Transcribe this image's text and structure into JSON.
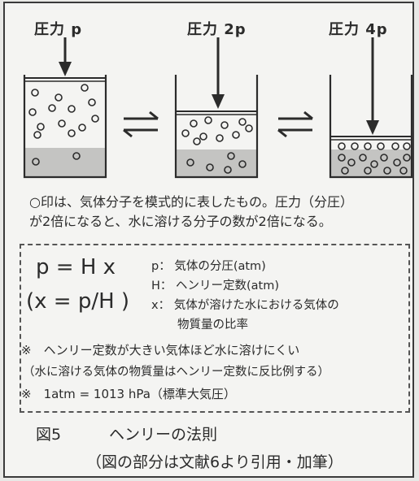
{
  "pressures": [
    "圧力 p",
    "圧力 2p",
    "圧力 4p"
  ],
  "caption": {
    "line1": "○印は、気体分子を模式的に表したもの。圧力（分圧）",
    "line2": "が2倍になると、水に溶ける分子の数が2倍になる。"
  },
  "equation": {
    "main": "p = H x",
    "alt": "(x = p/H )"
  },
  "legend": [
    {
      "sym": "p：",
      "text": "気体の分圧(atm)"
    },
    {
      "sym": "H：",
      "text": "ヘンリー定数(atm)"
    },
    {
      "sym": "x：",
      "text": "気体が溶けた水における気体の"
    },
    {
      "sym": "",
      "text": "物質量の比率"
    }
  ],
  "notes": [
    "※　ヘンリー定数が大きい気体ほど水に溶けにくい",
    "（水に溶ける気体の物質量はヘンリー定数に反比例する）",
    "※　1atm = 1013 hPa（標準大気圧）"
  ],
  "figure": {
    "number": "図5",
    "title": "ヘンリーの法則",
    "source": "（図の部分は文献6より引用・加筆）"
  },
  "colors": {
    "water": "#c4c4c2",
    "ink": "#2b2b2b"
  }
}
